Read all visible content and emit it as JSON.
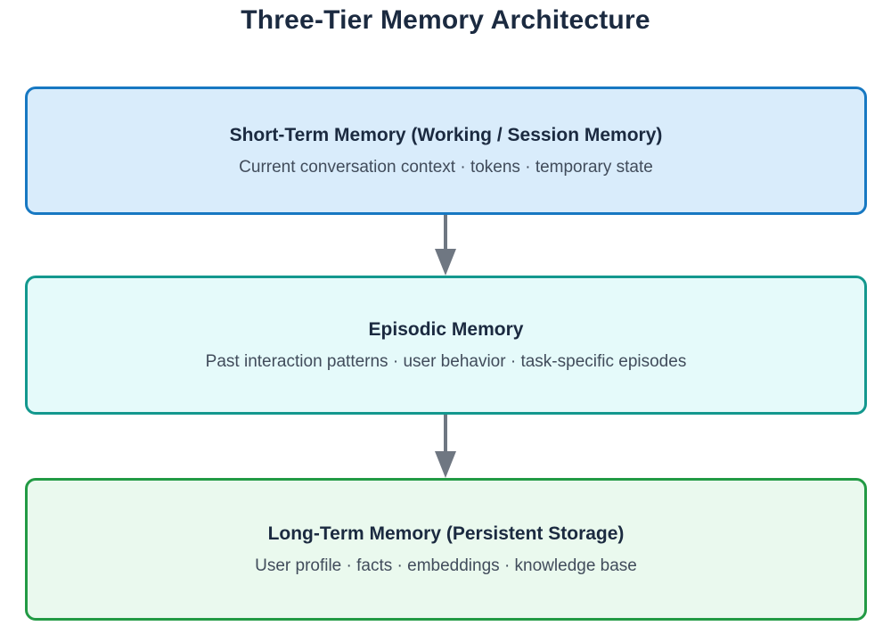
{
  "title": "Three-Tier Memory Architecture",
  "colors": {
    "background": "#ffffff",
    "title_text": "#1b2a40",
    "subtitle_text": "#414c5b",
    "arrow": "#6f7782",
    "tier_short_term_fill": "#d9ecfb",
    "tier_short_term_border": "#1778c2",
    "tier_episodic_fill": "#e5fafa",
    "tier_episodic_border": "#13988e",
    "tier_long_term_fill": "#eaf9ee",
    "tier_long_term_border": "#229a44"
  },
  "tiers": [
    {
      "id": "short-term",
      "title": "Short-Term Memory (Working / Session Memory)",
      "subtitle": "Current conversation context · tokens · temporary state"
    },
    {
      "id": "episodic",
      "title": "Episodic Memory",
      "subtitle": "Past interaction patterns · user behavior · task-specific episodes"
    },
    {
      "id": "long-term",
      "title": "Long-Term Memory (Persistent Storage)",
      "subtitle": "User profile · facts · embeddings · knowledge base"
    }
  ],
  "arrows": [
    {
      "from": "short-term",
      "to": "episodic",
      "direction": "down"
    },
    {
      "from": "episodic",
      "to": "long-term",
      "direction": "down"
    }
  ]
}
